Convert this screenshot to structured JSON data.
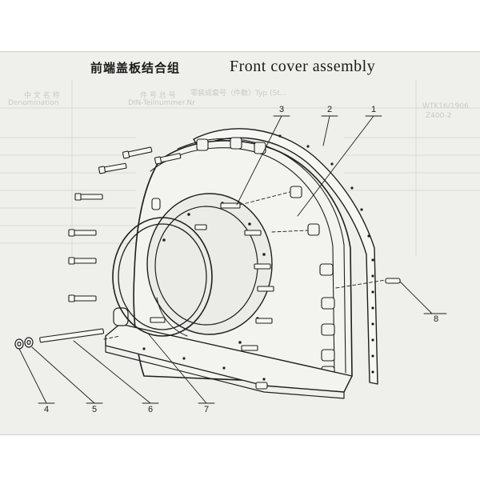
{
  "title": {
    "chinese": "前端盖板结合组",
    "english": "Front cover assembly"
  },
  "background_faint_text": {
    "header_middle": "零装成套号（件数）Typ (St...",
    "col_a": "中 文 名 称",
    "col_a_sub": "Denomination",
    "col_b": "件 号 总 号",
    "col_b_sub": "DIN-Teilnummer.Nr",
    "col_c": "WTK16/1906",
    "col_c_sub": "Z400-2"
  },
  "callouts": [
    {
      "number": "1"
    },
    {
      "number": "2"
    },
    {
      "number": "3"
    },
    {
      "number": "4"
    },
    {
      "number": "5"
    },
    {
      "number": "6"
    },
    {
      "number": "7"
    },
    {
      "number": "8"
    }
  ],
  "colors": {
    "ink": "#1f1f1f",
    "paper": "#efefec",
    "ghost_text": "#c9c9c4"
  }
}
